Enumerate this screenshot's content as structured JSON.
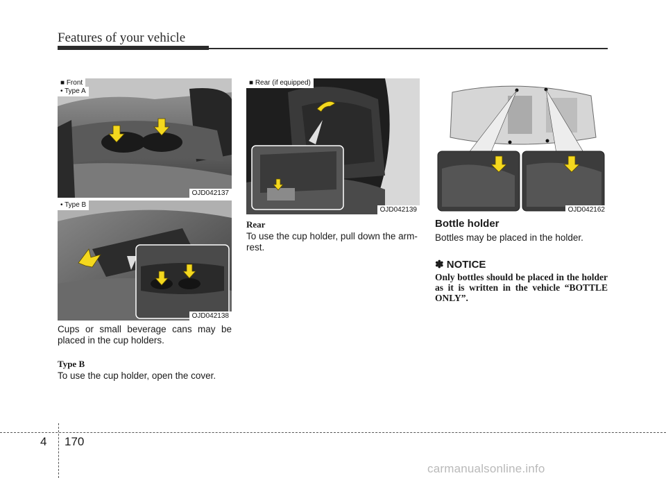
{
  "header": {
    "title": "Features of your vehicle"
  },
  "figures": {
    "front_a": {
      "section_tag": "■ Front",
      "type_tag": "• Type A",
      "code": "OJD042137"
    },
    "front_b": {
      "type_tag": "• Type B",
      "code": "OJD042138"
    },
    "rear": {
      "tag": "■ Rear (if equipped)",
      "code": "OJD042139"
    },
    "bottle": {
      "code": "OJD042162"
    }
  },
  "col1": {
    "para1": "Cups or small beverage cans may be placed in the cup holders.",
    "type_b_heading": "Type B",
    "para2": "To use the cup holder, open the cover."
  },
  "col2": {
    "rear_heading": "Rear",
    "rear_text": "To use the cup holder, pull down the arm-rest."
  },
  "col3": {
    "bottle_heading": "Bottle holder",
    "bottle_text": "Bottles may be placed in the holder.",
    "notice_heading": "✽ NOTICE",
    "notice_text": "Only bottles should be placed in the holder as it is written in the vehicle “BOTTLE ONLY”."
  },
  "footer": {
    "chapter": "4",
    "page": "170",
    "watermark": "carmanualsonline.info"
  },
  "colors": {
    "arrow_yellow": "#f4d81e",
    "header_bar": "#2b2b2b"
  }
}
